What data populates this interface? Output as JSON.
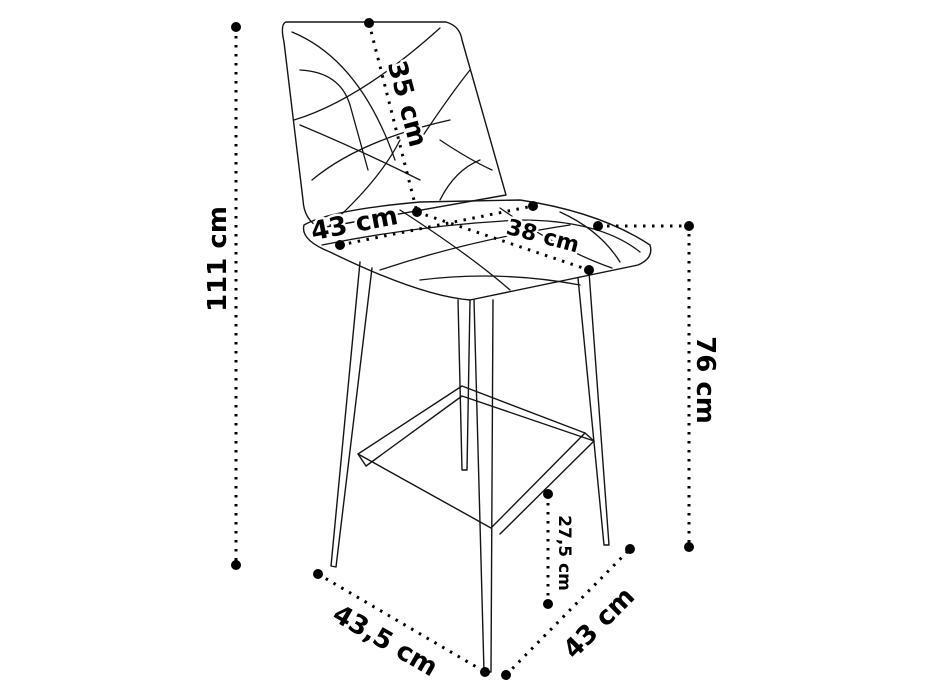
{
  "dimensions": {
    "total_height": "111 cm",
    "seat_height": "76 cm",
    "footrest_height": "27,5 cm",
    "base_width": "43,5 cm",
    "base_depth": "43 cm",
    "backrest_height": "35 cm",
    "seat_width": "43 cm",
    "seat_depth": "38 cm"
  }
}
